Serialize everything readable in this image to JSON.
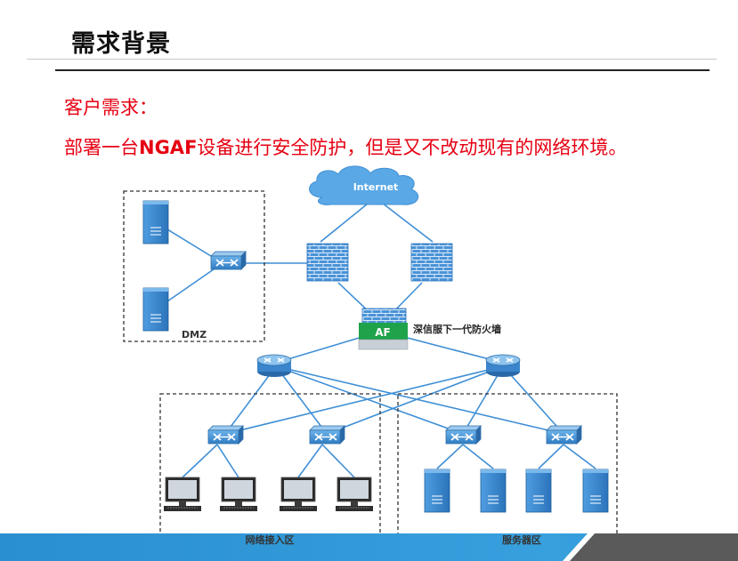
{
  "slide": {
    "title": "需求背景",
    "requirement_label": "客户需求：",
    "requirement_prefix": "部署一台",
    "requirement_product": "NGAF",
    "requirement_suffix": "设备进行安全防护，但是又不改动现有的网络环境。"
  },
  "diagram": {
    "internet_label": "Internet",
    "af_label": "AF",
    "firewall_label": "深信服下一代防火墙",
    "dmz_label": "DMZ",
    "access_zone_label": "网络接入区",
    "server_zone_label": "服务器区",
    "icons": [
      "cloud-icon",
      "firewall-icon",
      "switch-icon",
      "server-icon",
      "pc-icon"
    ],
    "colors": {
      "accent_red": "#e60012",
      "device_blue": "#3f8fd6",
      "device_dark": "#1f5d99",
      "af_green": "#1fa34a",
      "footer_blue": "#2a8fd0",
      "footer_grey": "#5a5a5a"
    }
  }
}
